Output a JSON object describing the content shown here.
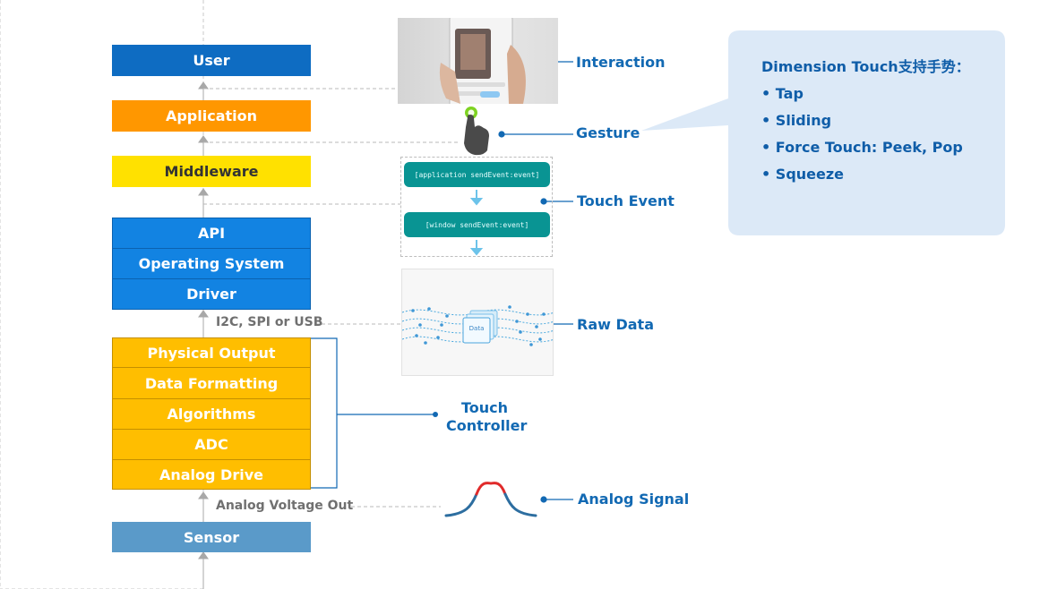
{
  "stack": {
    "user": "User",
    "application": "Application",
    "middleware": "Middleware",
    "api": "API",
    "operating_system": "Operating System",
    "driver": "Driver",
    "physical_output": "Physical Output",
    "data_formatting": "Data Formatting",
    "algorithms": "Algorithms",
    "adc": "ADC",
    "analog_drive": "Analog Drive",
    "sensor": "Sensor"
  },
  "connectors": {
    "i2c_spi_usb": "I2C, SPI or USB",
    "analog_voltage_out": "Analog Voltage Out"
  },
  "labels": {
    "interaction": "Interaction",
    "gesture": "Gesture",
    "touch_event": "Touch Event",
    "raw_data": "Raw Data",
    "touch_controller_line1": "Touch",
    "touch_controller_line2": "Controller",
    "analog_signal": "Analog Signal"
  },
  "touch_event": {
    "application_event": "[application sendEvent:event]",
    "window_event": "[window sendEvent:event]"
  },
  "raw_data_chip": "Data",
  "callout": {
    "title": "Dimension Touch支持手势：",
    "items": [
      "Tap",
      "Sliding",
      "Force Touch: Peek, Pop",
      "Squeeze"
    ]
  },
  "colors": {
    "user": "#0e6cc2",
    "application": "#ff9700",
    "middleware": "#ffe100",
    "os_group": "#1283e2",
    "controller_group": "#ffbe00",
    "sensor": "#5a9ac9",
    "label_blue": "#1269b3",
    "callout_bg": "#dce9f7",
    "teal": "#099493"
  }
}
